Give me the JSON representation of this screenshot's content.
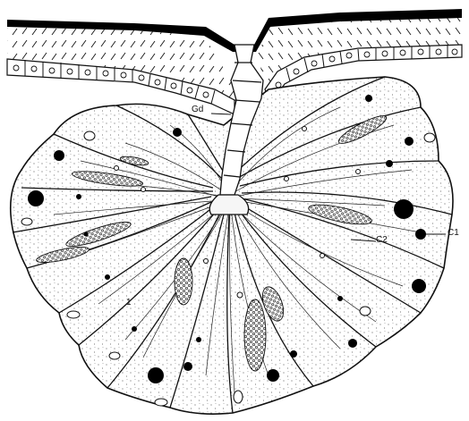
{
  "figure": {
    "labels": {
      "gd": "Gd",
      "c2": "C2",
      "c1": "C1",
      "one": "1"
    }
  }
}
